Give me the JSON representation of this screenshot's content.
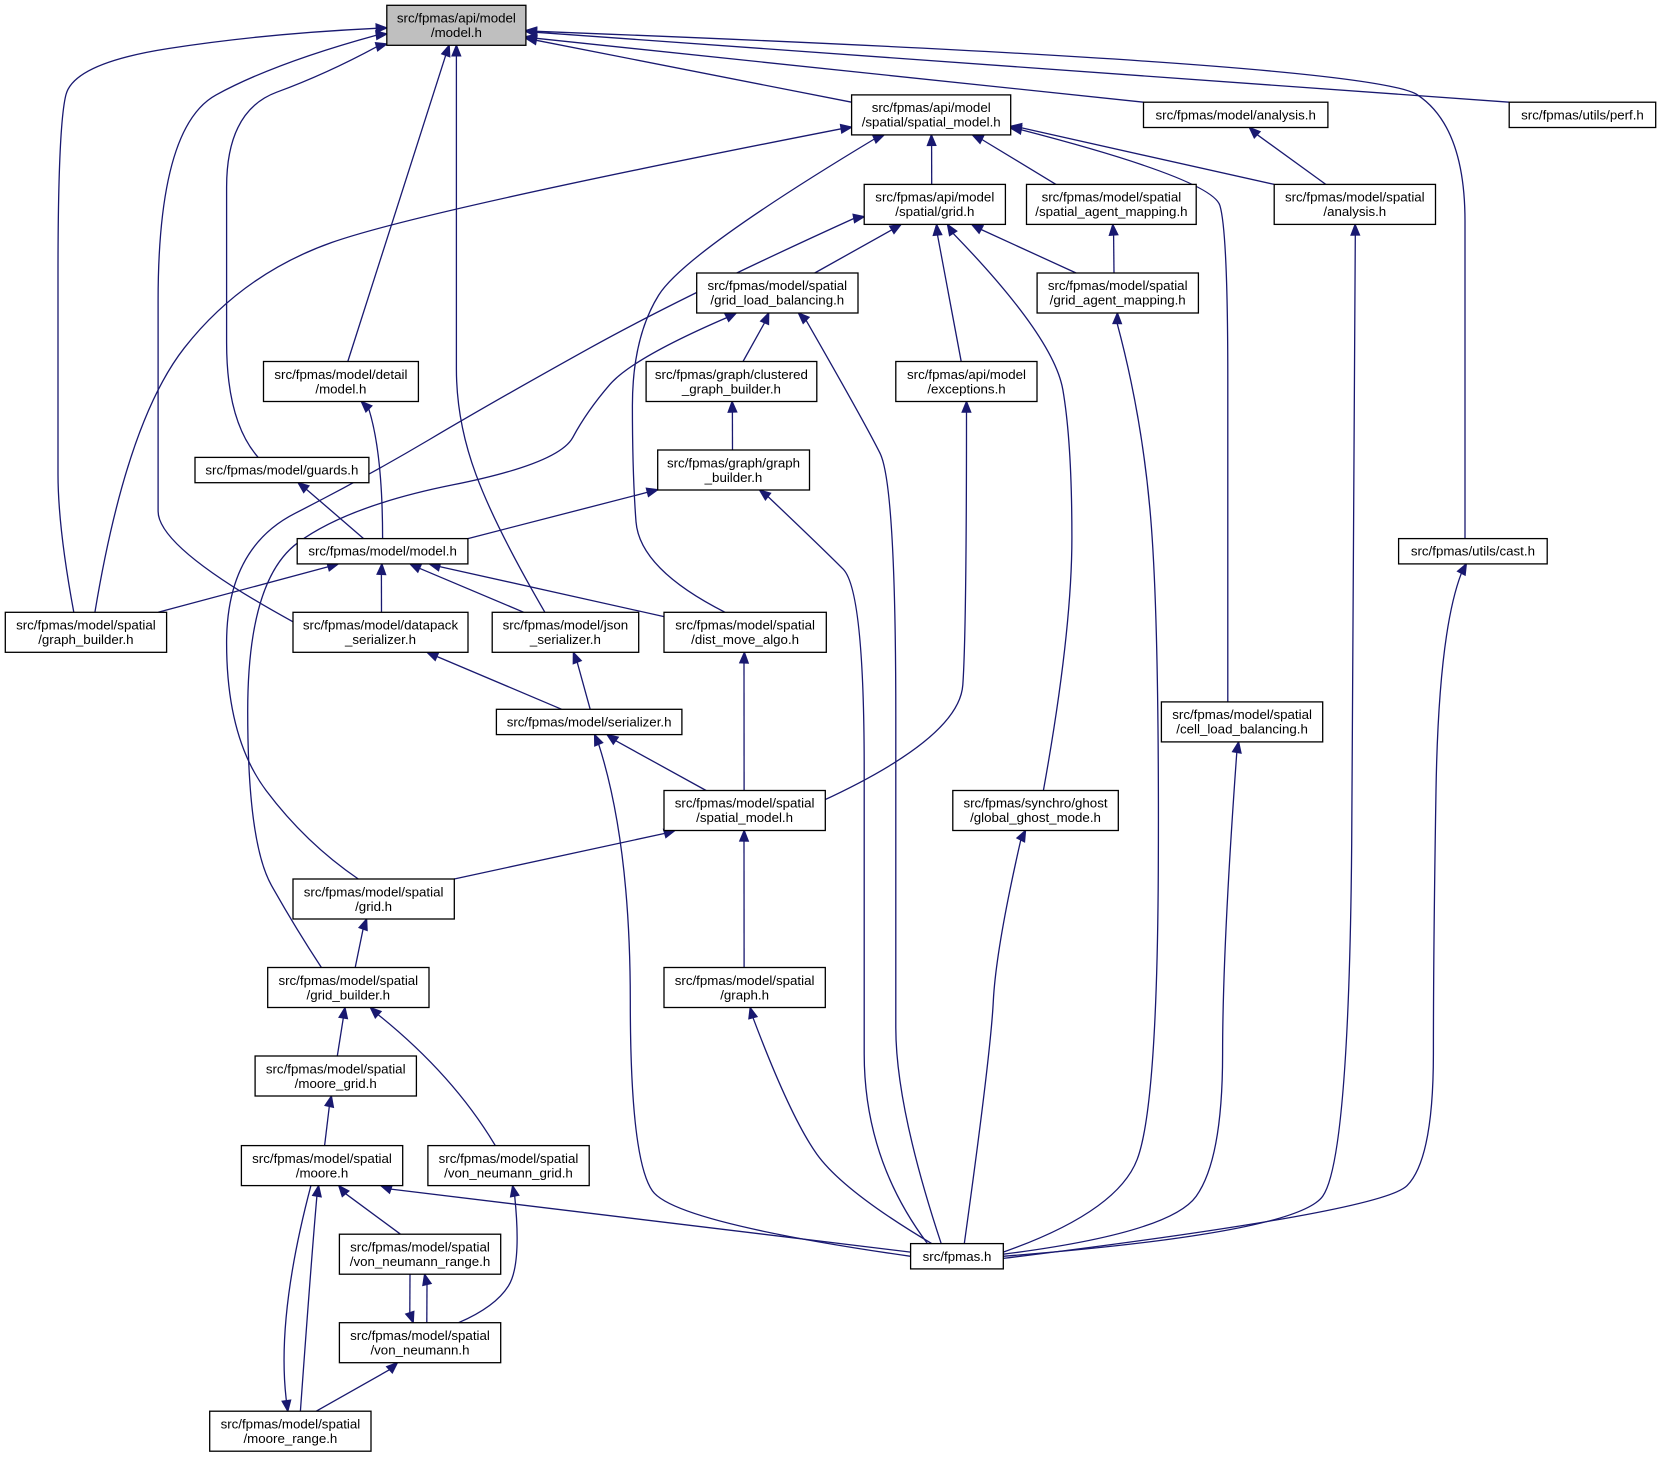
{
  "graph": {
    "nodes": [
      {
        "id": "api_model",
        "lines": [
          "src/fpmas/api/model",
          "/model.h"
        ],
        "highlighted": true
      },
      {
        "id": "api_spatial_model",
        "lines": [
          "src/fpmas/api/model",
          "/spatial/spatial_model.h"
        ]
      },
      {
        "id": "model_analysis",
        "lines": [
          "src/fpmas/model/analysis.h"
        ]
      },
      {
        "id": "utils_perf",
        "lines": [
          "src/fpmas/utils/perf.h"
        ]
      },
      {
        "id": "api_spatial_grid",
        "lines": [
          "src/fpmas/api/model",
          "/spatial/grid.h"
        ]
      },
      {
        "id": "spatial_agent_mapping",
        "lines": [
          "src/fpmas/model/spatial",
          "/spatial_agent_mapping.h"
        ]
      },
      {
        "id": "spatial_analysis",
        "lines": [
          "src/fpmas/model/spatial",
          "/analysis.h"
        ]
      },
      {
        "id": "grid_load_balancing",
        "lines": [
          "src/fpmas/model/spatial",
          "/grid_load_balancing.h"
        ]
      },
      {
        "id": "grid_agent_mapping",
        "lines": [
          "src/fpmas/model/spatial",
          "/grid_agent_mapping.h"
        ]
      },
      {
        "id": "detail_model",
        "lines": [
          "src/fpmas/model/detail",
          "/model.h"
        ]
      },
      {
        "id": "clustered_graph_builder",
        "lines": [
          "src/fpmas/graph/clustered",
          "_graph_builder.h"
        ]
      },
      {
        "id": "api_exceptions",
        "lines": [
          "src/fpmas/api/model",
          "/exceptions.h"
        ]
      },
      {
        "id": "guards",
        "lines": [
          "src/fpmas/model/guards.h"
        ]
      },
      {
        "id": "graph_builder",
        "lines": [
          "src/fpmas/graph/graph",
          "_builder.h"
        ]
      },
      {
        "id": "model_model",
        "lines": [
          "src/fpmas/model/model.h"
        ]
      },
      {
        "id": "utils_cast",
        "lines": [
          "src/fpmas/utils/cast.h"
        ]
      },
      {
        "id": "spatial_graph_builder",
        "lines": [
          "src/fpmas/model/spatial",
          "/graph_builder.h"
        ]
      },
      {
        "id": "datapack_serializer",
        "lines": [
          "src/fpmas/model/datapack",
          "_serializer.h"
        ]
      },
      {
        "id": "json_serializer",
        "lines": [
          "src/fpmas/model/json",
          "_serializer.h"
        ]
      },
      {
        "id": "dist_move_algo",
        "lines": [
          "src/fpmas/model/spatial",
          "/dist_move_algo.h"
        ]
      },
      {
        "id": "serializer",
        "lines": [
          "src/fpmas/model/serializer.h"
        ]
      },
      {
        "id": "cell_load_balancing",
        "lines": [
          "src/fpmas/model/spatial",
          "/cell_load_balancing.h"
        ]
      },
      {
        "id": "spatial_spatial_model",
        "lines": [
          "src/fpmas/model/spatial",
          "/spatial_model.h"
        ]
      },
      {
        "id": "global_ghost_mode",
        "lines": [
          "src/fpmas/synchro/ghost",
          "/global_ghost_mode.h"
        ]
      },
      {
        "id": "spatial_grid",
        "lines": [
          "src/fpmas/model/spatial",
          "/grid.h"
        ]
      },
      {
        "id": "grid_builder",
        "lines": [
          "src/fpmas/model/spatial",
          "/grid_builder.h"
        ]
      },
      {
        "id": "spatial_graph",
        "lines": [
          "src/fpmas/model/spatial",
          "/graph.h"
        ]
      },
      {
        "id": "moore_grid",
        "lines": [
          "src/fpmas/model/spatial",
          "/moore_grid.h"
        ]
      },
      {
        "id": "moore",
        "lines": [
          "src/fpmas/model/spatial",
          "/moore.h"
        ]
      },
      {
        "id": "von_neumann_grid",
        "lines": [
          "src/fpmas/model/spatial",
          "/von_neumann_grid.h"
        ]
      },
      {
        "id": "fpmas",
        "lines": [
          "src/fpmas.h"
        ]
      },
      {
        "id": "von_neumann_range",
        "lines": [
          "src/fpmas/model/spatial",
          "/von_neumann_range.h"
        ]
      },
      {
        "id": "von_neumann",
        "lines": [
          "src/fpmas/model/spatial",
          "/von_neumann.h"
        ]
      },
      {
        "id": "moore_range",
        "lines": [
          "src/fpmas/model/spatial",
          "/moore_range.h"
        ]
      }
    ],
    "edge_color": "#191970",
    "node_border_color": "#000000",
    "root_fill_color": "#bfbfbf"
  }
}
